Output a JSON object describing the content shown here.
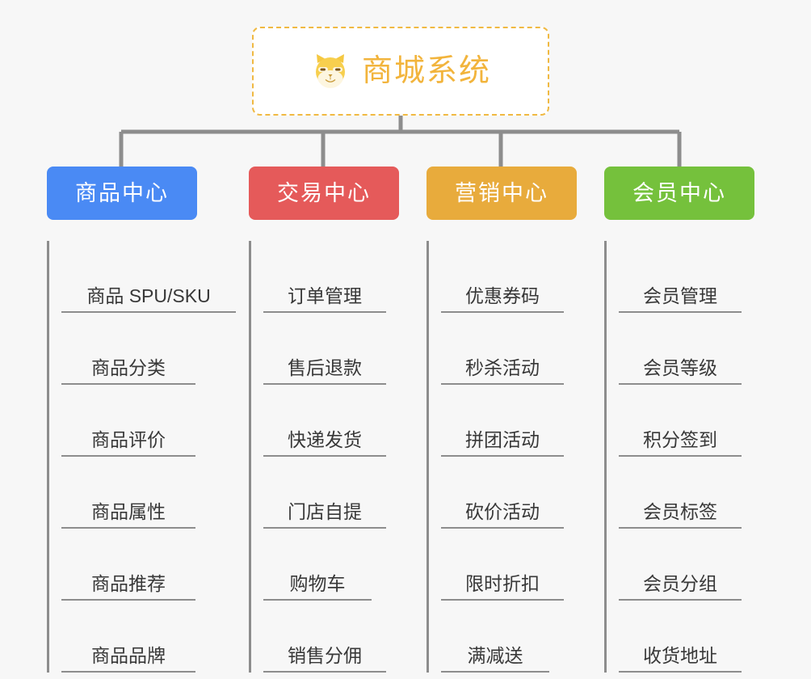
{
  "root": {
    "title": "商城系统",
    "icon": "shiba-dog-icon",
    "border_color": "#f0b942",
    "text_color": "#f2b43c",
    "background": "#ffffff"
  },
  "canvas": {
    "background": "#f7f7f7",
    "connector_color": "#8d8d8d"
  },
  "categories": [
    {
      "label": "商品中心",
      "color": "#4a8af4",
      "items": [
        "商品 SPU/SKU",
        "商品分类",
        "商品评价",
        "商品属性",
        "商品推荐",
        "商品品牌"
      ]
    },
    {
      "label": "交易中心",
      "color": "#e55a5a",
      "items": [
        "订单管理",
        "售后退款",
        "快递发货",
        "门店自提",
        "购物车",
        "销售分佣"
      ]
    },
    {
      "label": "营销中心",
      "color": "#e8ab3c",
      "items": [
        "优惠券码",
        "秒杀活动",
        "拼团活动",
        "砍价活动",
        "限时折扣",
        "满减送"
      ]
    },
    {
      "label": "会员中心",
      "color": "#75c13c",
      "items": [
        "会员管理",
        "会员等级",
        "积分签到",
        "会员标签",
        "会员分组",
        "收货地址"
      ]
    }
  ]
}
